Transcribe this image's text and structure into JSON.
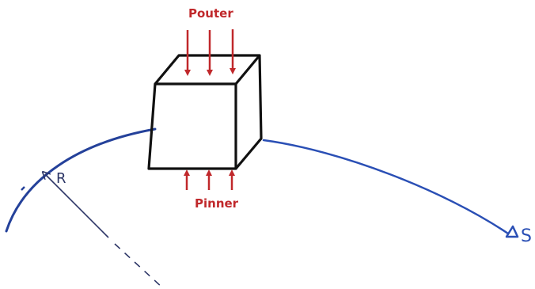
{
  "labels": {
    "top_pressure": "Pouter",
    "bottom_pressure": "Pinner",
    "radius": "R",
    "arc_length": "S",
    "delta_symbol": "Δ"
  },
  "colors": {
    "ink_black": "#111111",
    "ink_red": "#c0282b",
    "ink_blue": "#2a4fb5",
    "ink_dark_blue": "#2c3566"
  }
}
